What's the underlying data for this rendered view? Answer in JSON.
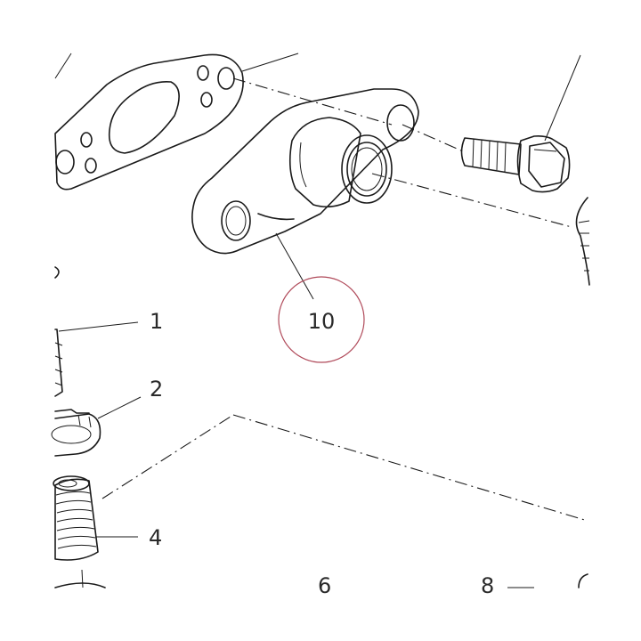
{
  "callouts": {
    "part_1": "1",
    "part_2": "2",
    "part_4": "4",
    "part_6": "6",
    "part_8": "8",
    "part_10": "10"
  },
  "highlight": {
    "part": "10",
    "ring_color": "#b04a5a"
  },
  "line_color": "#1a1a1a"
}
